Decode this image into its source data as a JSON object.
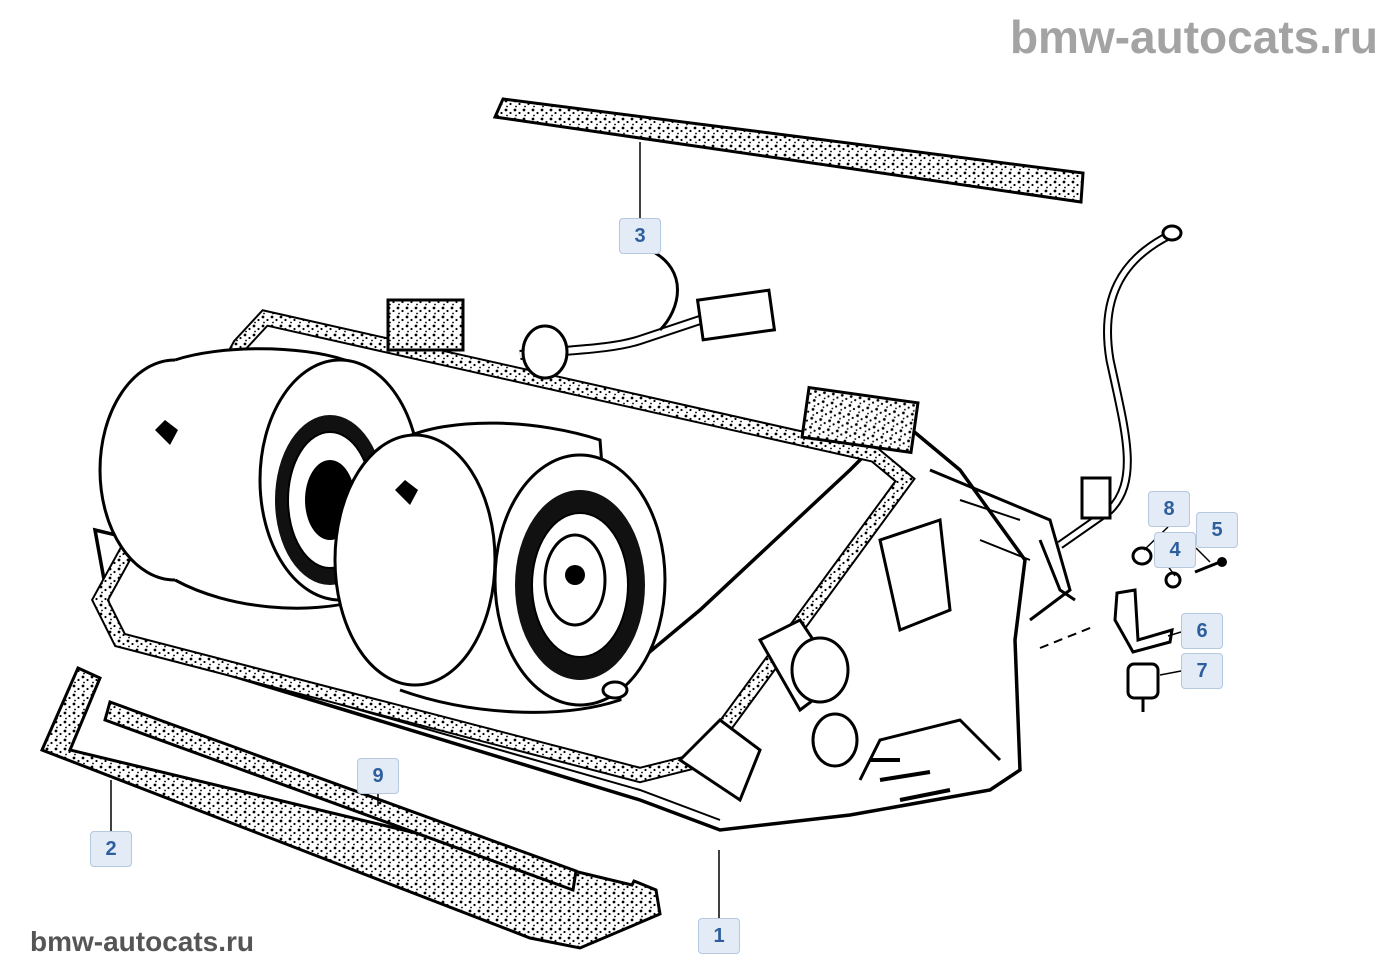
{
  "watermark": {
    "top": "bmw-autocats.ru",
    "bottom": "bmw-autocats.ru"
  },
  "callouts": [
    "1",
    "2",
    "3",
    "4",
    "5",
    "6",
    "7",
    "8",
    "9"
  ],
  "colors": {
    "callout_fill": "#e2ebf6",
    "callout_text": "#2e5f9c",
    "line_art": "#000000",
    "watermark": "#a3a3a3"
  }
}
